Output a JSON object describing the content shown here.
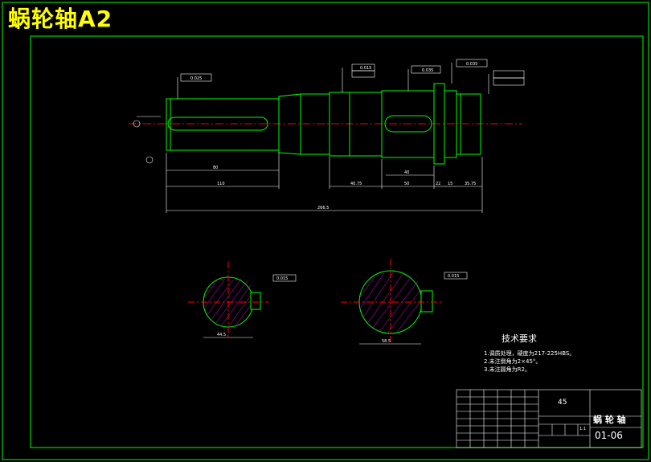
{
  "title": "蜗轮轴A2",
  "technical_requirements": {
    "heading": "技术要求",
    "items": [
      "1.调质处理，硬度为217-225HBS。",
      "2.未注倒角为2×45°。",
      "3.未注圆角为R2。"
    ]
  },
  "title_block": {
    "material": "45",
    "part_name": "蜗 轮 轴",
    "drawing_number": "01-06",
    "scale": "1:1"
  },
  "dimensions": {
    "overall_length": "266.5",
    "length_110": "110",
    "length_80": "80",
    "length_40_75": "40.75",
    "length_50": "50",
    "length_22": "22",
    "length_15": "15",
    "length_35_75": "35.75",
    "keyway_40": "40",
    "section1_width": "44.5",
    "section2_width": "58.5"
  },
  "tolerances": {
    "runout_a": "0.025",
    "runout_b": "0.015",
    "runout_c": "0.035",
    "runout_d": "0.035",
    "sym_1": "0.015",
    "sym_2": "0.015"
  },
  "colors": {
    "outline": "#00ff00",
    "centerline": "#ff0000",
    "dimension": "#ffffff",
    "hatch": "#ff00ff",
    "title": "#ffff00"
  }
}
